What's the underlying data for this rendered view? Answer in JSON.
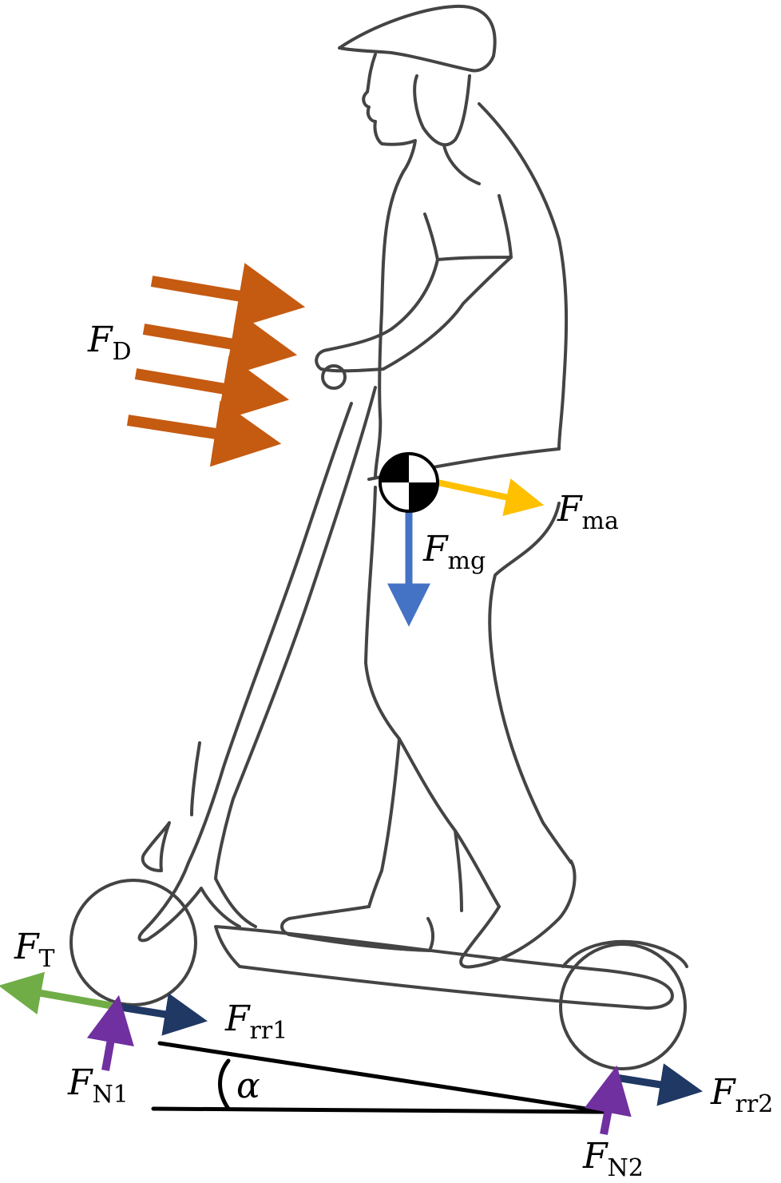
{
  "colors": {
    "drag": "#c55a11",
    "mass_accel": "#ffc000",
    "gravity": "#4472c4",
    "traction": "#70ad47",
    "rolling_resistance": "#1f3864",
    "normal": "#7030a0",
    "outline": "#444444",
    "incline": "#000000"
  },
  "icons": {
    "center_of_mass": "center-of-mass-icon"
  },
  "labels": {
    "drag": {
      "main": "F",
      "sub": "D"
    },
    "mass_accel": {
      "main": "F",
      "sub": "ma"
    },
    "gravity": {
      "main": "F",
      "sub": "mg"
    },
    "traction": {
      "main": "F",
      "sub": "T"
    },
    "rr1": {
      "main": "F",
      "sub": "rr1"
    },
    "rr2": {
      "main": "F",
      "sub": "rr2"
    },
    "n1": {
      "main": "F",
      "sub": "N1"
    },
    "n2": {
      "main": "F",
      "sub": "N2"
    },
    "angle": "α"
  }
}
